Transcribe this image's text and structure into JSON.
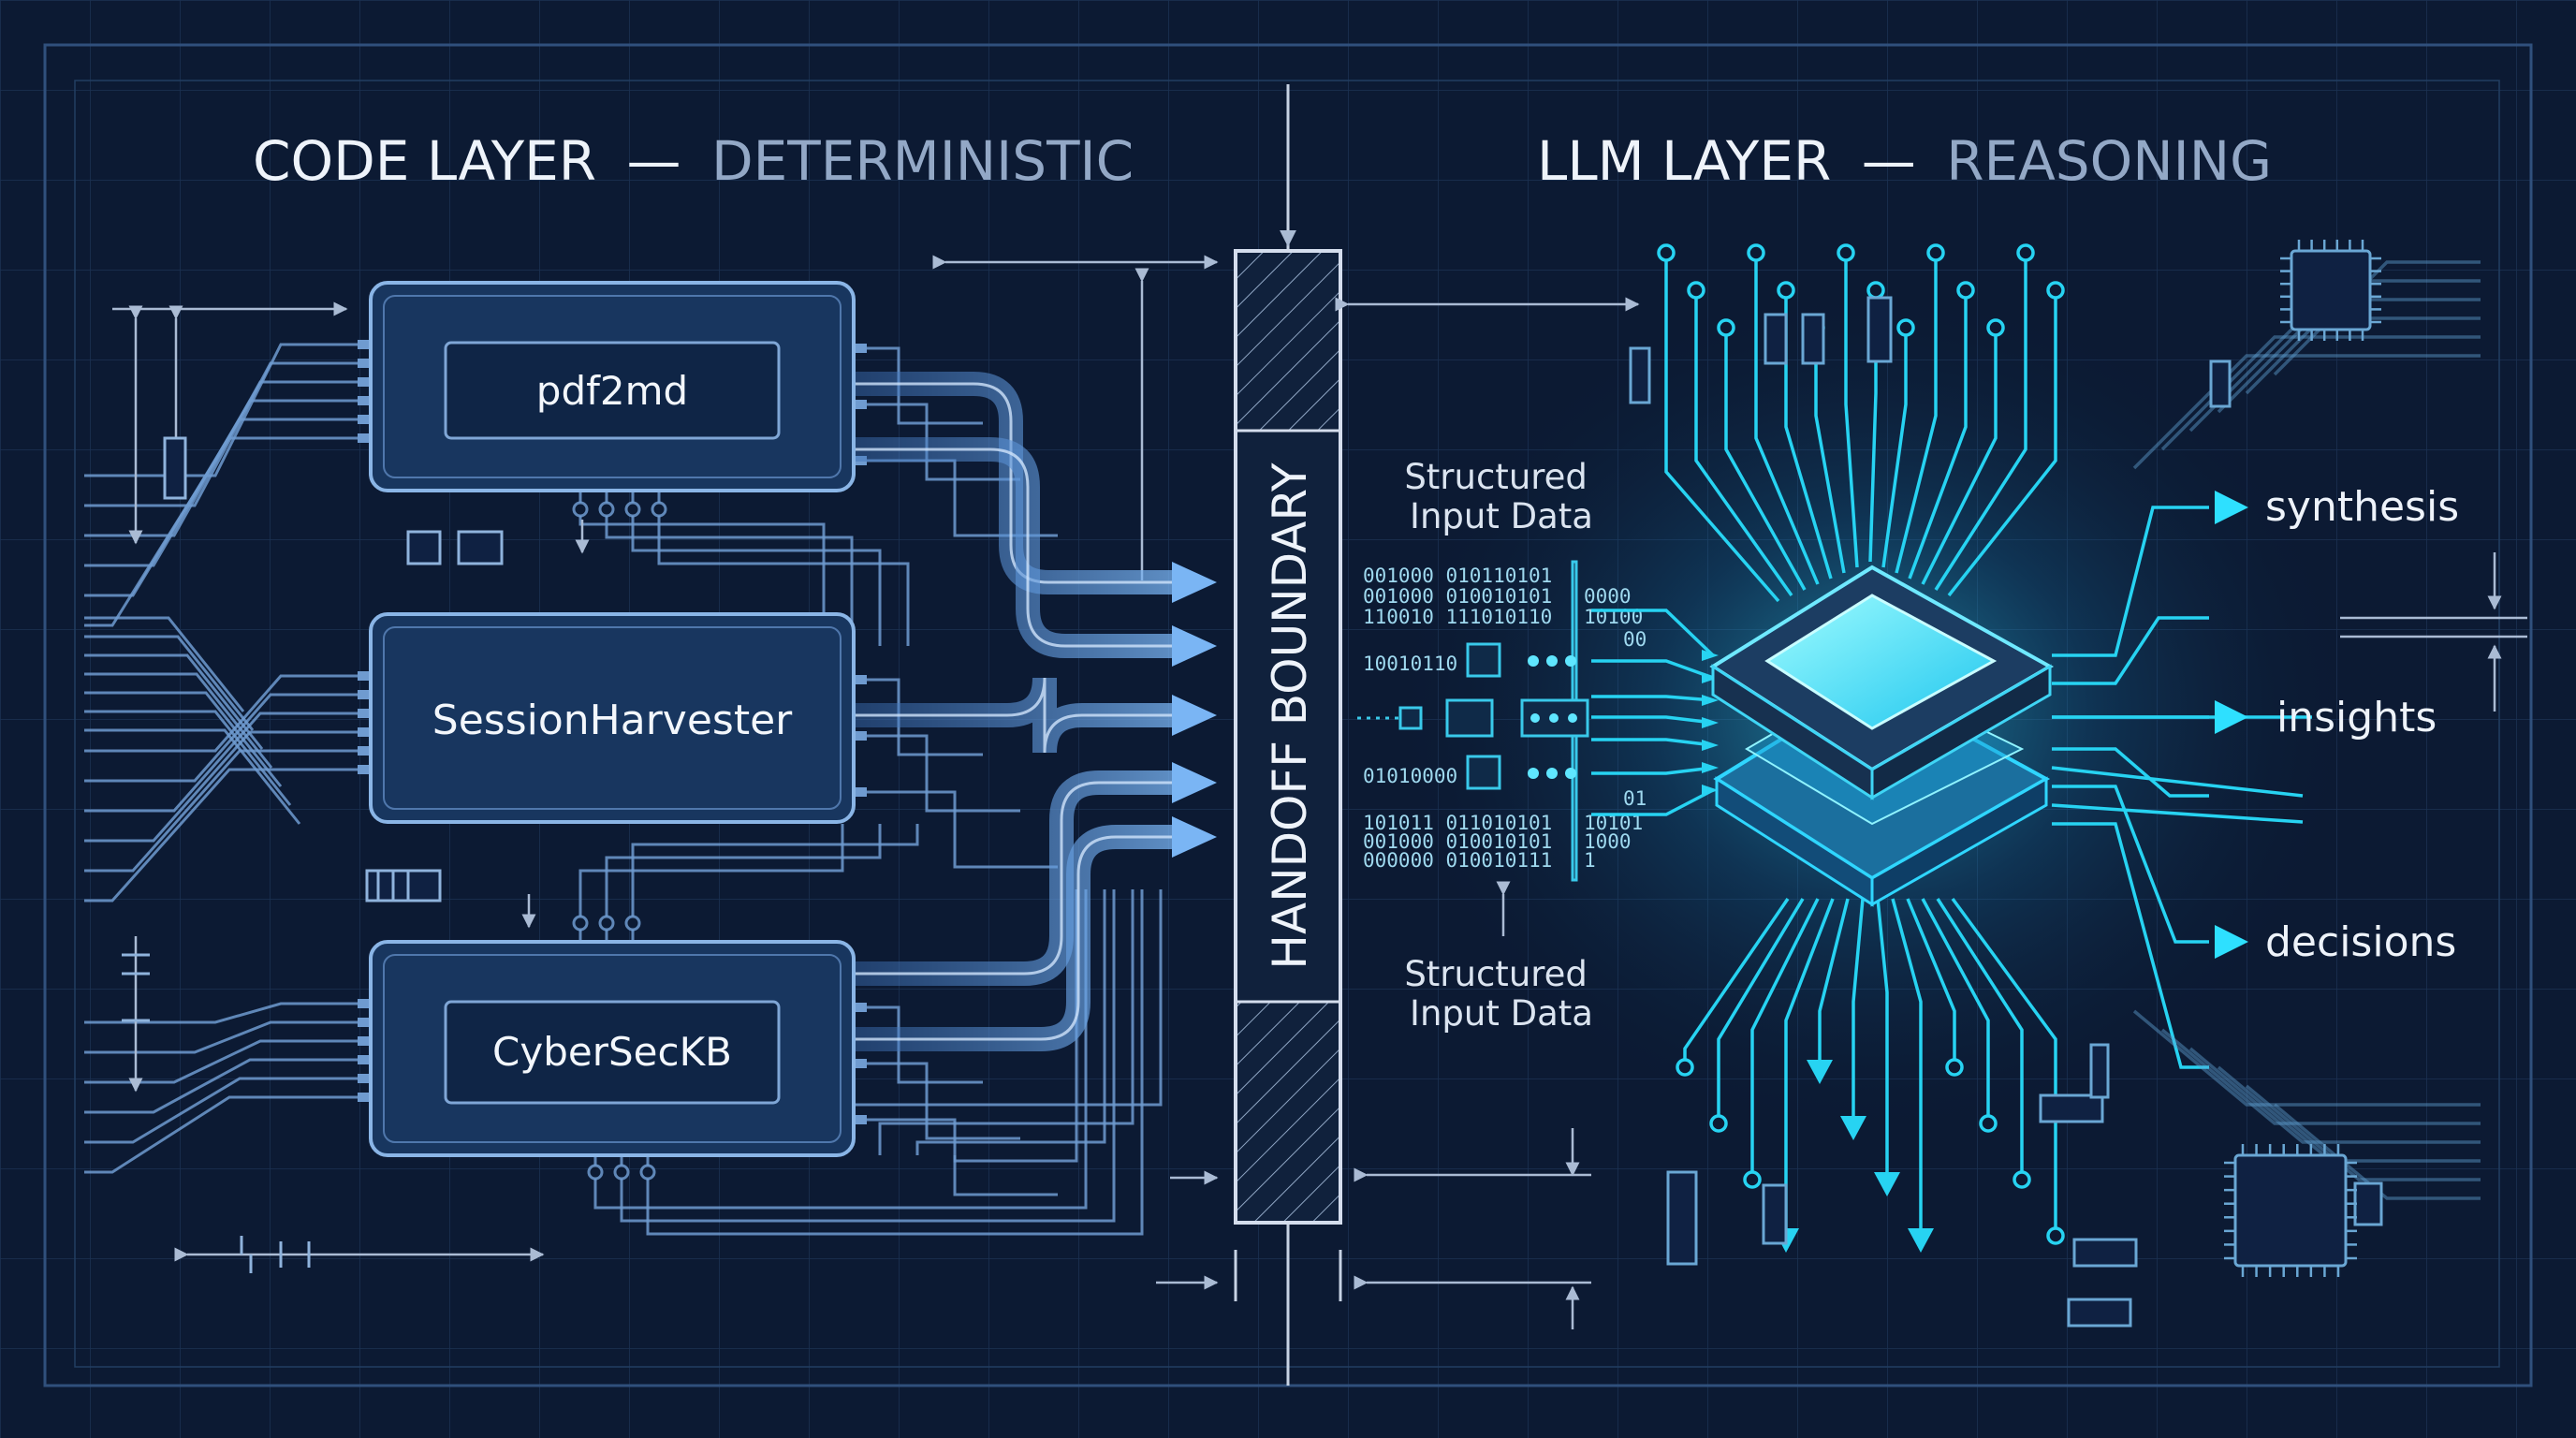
{
  "left_heading": {
    "primary": "CODE LAYER",
    "dash": "—",
    "secondary": "DETERMINISTIC"
  },
  "right_heading": {
    "primary": "LLM LAYER",
    "dash": "—",
    "secondary": "REASONING"
  },
  "modules": [
    {
      "label": "pdf2md"
    },
    {
      "label": "SessionHarvester"
    },
    {
      "label": "CyberSecKB"
    }
  ],
  "boundary_label": "HANDOFF BOUNDARY",
  "input_label_top": [
    "Structured",
    "Input Data"
  ],
  "input_label_bottom": [
    "Structured",
    "Input Data"
  ],
  "binary_lines": [
    "001000 010110101",
    "001000 010010101",
    "110010 111010110",
    "10010110",
    "01010000",
    "101011 011010101",
    "001000 010010101",
    "000000 010010111"
  ],
  "binary_side_lines": [
    "0000",
    "10100",
    "00",
    "01",
    "10101",
    "1000",
    "1"
  ],
  "outputs": [
    "synthesis",
    "insights",
    "decisions"
  ],
  "colors": {
    "background": "#0c1a33",
    "grid": "#1c3252",
    "trace_left": "#6f9bd0",
    "arrow_left": "#5f97e0",
    "trace_right": "#27d3f2",
    "chip_glow": "#3ff0ff",
    "heading_primary": "#eef3fa",
    "heading_secondary": "#93a8c6"
  }
}
